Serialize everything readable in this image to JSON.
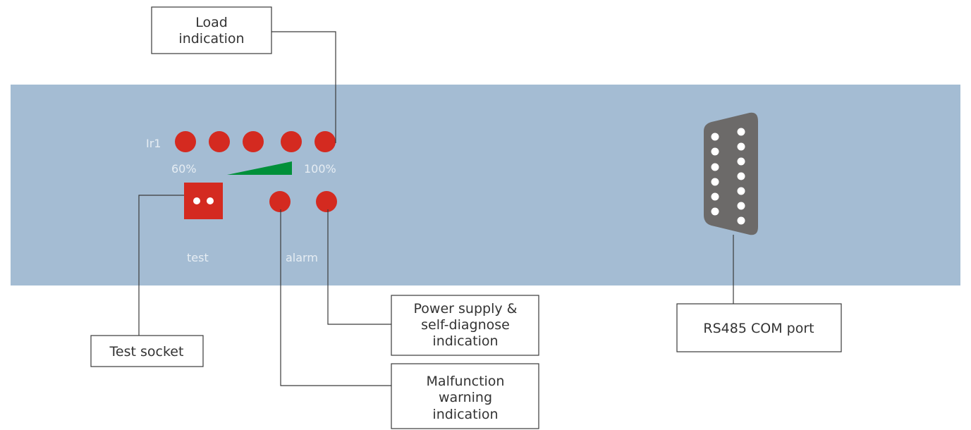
{
  "colors": {
    "background": "#ffffff",
    "panel": "#a4bcd3",
    "led": "#d42a20",
    "led_hole": "#ffffff",
    "ramp": "#00903a",
    "connector": "#6c6a69",
    "line": "#3a3a3a",
    "panel_text": "#e6edf3"
  },
  "panel": {
    "channel_label": "Ir1",
    "scale_min_label": "60%",
    "scale_max_label": "100%",
    "test_label": "test",
    "alarm_label": "alarm"
  },
  "callouts": {
    "load": [
      "Load",
      "indication"
    ],
    "test_socket": [
      "Test socket"
    ],
    "power": [
      "Power supply &",
      "self-diagnose",
      "indication"
    ],
    "malfunction": [
      "Malfunction",
      "warning",
      "indication"
    ],
    "rs485": [
      "RS485 COM port"
    ]
  },
  "icons": {
    "load_leds": "red-led-icon",
    "test_socket": "test-socket-icon",
    "alarm_led": "red-led-icon",
    "power_led": "red-led-icon",
    "ramp": "load-ramp-icon",
    "com_port": "db15-connector-icon"
  }
}
